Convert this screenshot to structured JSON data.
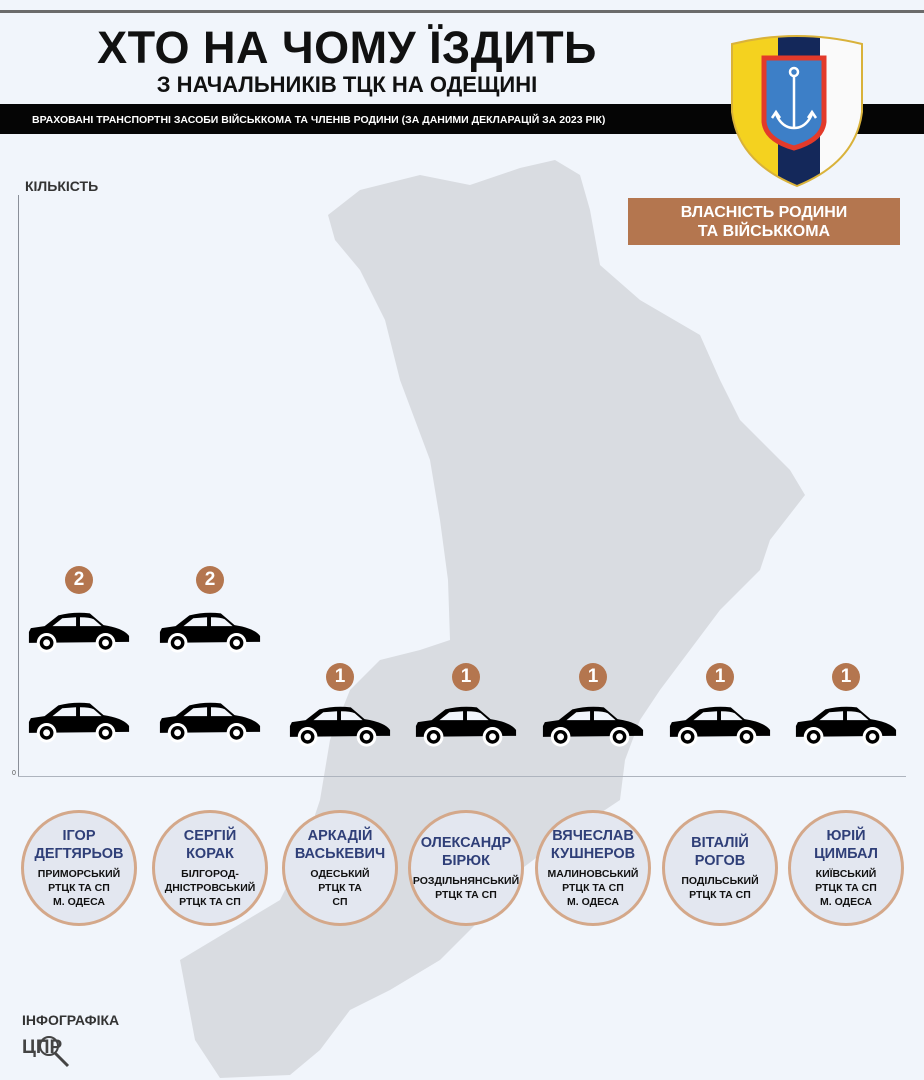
{
  "header": {
    "title": "ХТО НА ЧОМУ ЇЗДИТЬ",
    "subtitle": "З НАЧАЛЬНИКІВ ТЦК НА ОДЕЩИНІ",
    "band_text": "ВРАХОВАНІ ТРАНСПОРТНІ ЗАСОБИ ВІЙСЬККОМА ТА ЧЛЕНІВ РОДИНИ (ЗА ДАНИМИ ДЕКЛАРАЦІЙ ЗА 2023 РІК)"
  },
  "legend": {
    "line1": "ВЛАСНІСТЬ РОДИНИ",
    "line2": "ТА ВІЙСЬККОМА",
    "color": "#b4764f"
  },
  "footer": {
    "credit": "ІНФОГРАФІКА",
    "logo_text": "ЦПР"
  },
  "chart_data": {
    "type": "bar",
    "ylabel": "КІЛЬКІСТЬ",
    "y_tick": "0",
    "ylim": [
      0,
      2
    ],
    "series_name": "ВЛАСНІСТЬ РОДИНИ ТА ВІЙСЬККОМА",
    "categories": [
      {
        "name1": "ІГОР",
        "name2": "ДЕГТЯРЬОВ",
        "unit": [
          "ПРИМОРСЬКИЙ",
          "РТЦК ТА СП",
          "М. ОДЕСА"
        ]
      },
      {
        "name1": "СЕРГІЙ",
        "name2": "КОРАК",
        "unit": [
          "БІЛГОРОД-",
          "ДНІСТРОВСЬКИЙ",
          "РТЦК ТА СП"
        ]
      },
      {
        "name1": "АРКАДІЙ",
        "name2": "ВАСЬКЕВИЧ",
        "unit": [
          "ОДЕСЬКИЙ",
          "РТЦК ТА",
          "СП"
        ]
      },
      {
        "name1": "ОЛЕКСАНДР",
        "name2": "БІРЮК",
        "unit": [
          "РОЗДІЛЬНЯНСЬКИЙ",
          "РТЦК ТА СП"
        ]
      },
      {
        "name1": "ВЯЧЕСЛАВ",
        "name2": "КУШНЕРОВ",
        "unit": [
          "МАЛИНОВСЬКИЙ",
          "РТЦК ТА СП",
          "М. ОДЕСА"
        ]
      },
      {
        "name1": "ВІТАЛІЙ",
        "name2": "РОГОВ",
        "unit": [
          "ПОДІЛЬСЬКИЙ",
          "РТЦК ТА СП"
        ]
      },
      {
        "name1": "ЮРІЙ",
        "name2": "ЦИМБАЛ",
        "unit": [
          "КИЇВСЬКИЙ",
          "РТЦК ТА СП",
          "М. ОДЕСА"
        ]
      }
    ],
    "values": [
      2,
      2,
      1,
      1,
      1,
      1,
      1
    ]
  }
}
